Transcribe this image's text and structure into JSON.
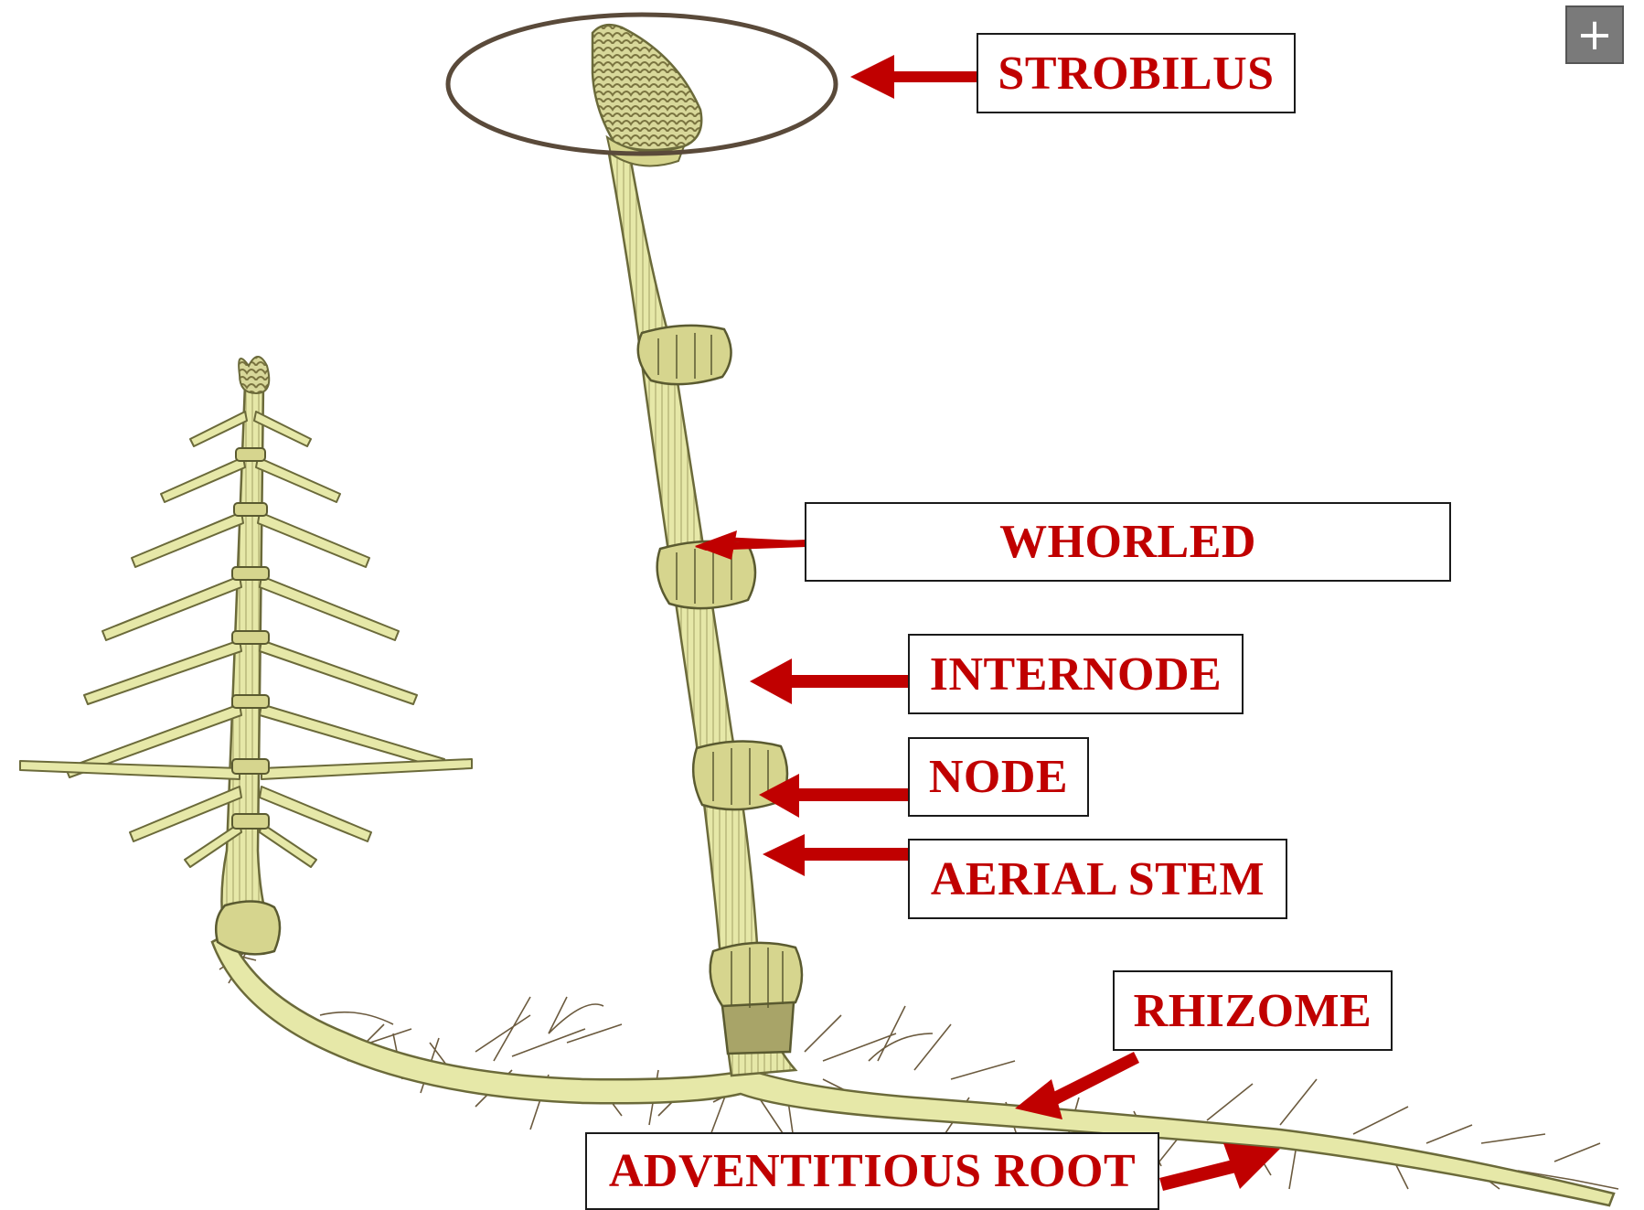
{
  "diagram": {
    "labels": {
      "strobilus": "STROBILUS",
      "whorled": "WHORLED",
      "internode": "INTERNODE",
      "node": "NODE",
      "aerial_stem": "AERIAL STEM",
      "rhizome": "RHIZOME",
      "adventitious_root": "ADVENTITIOUS ROOT"
    },
    "colors": {
      "label_text": "#c00000",
      "arrow": "#c00000",
      "plant_fill": "#e6e8a8",
      "plant_outline": "#6b6a3a",
      "circle": "#5a4a3a"
    }
  },
  "controls": {
    "zoom_button": "+"
  }
}
